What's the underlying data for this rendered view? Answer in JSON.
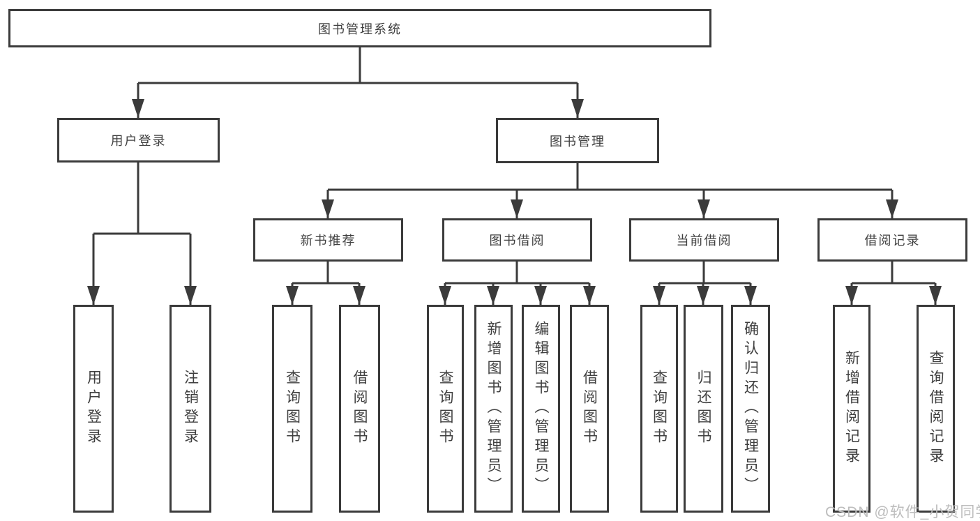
{
  "diagram": {
    "root": {
      "label": "图书管理系统",
      "children": [
        {
          "label": "用户登录",
          "children": [
            {
              "label": "用户登录"
            },
            {
              "label": "注销登录"
            }
          ]
        },
        {
          "label": "图书管理",
          "children": [
            {
              "label": "新书推荐",
              "children": [
                {
                  "label": "查询图书"
                },
                {
                  "label": "借阅图书"
                }
              ]
            },
            {
              "label": "图书借阅",
              "children": [
                {
                  "label": "查询图书"
                },
                {
                  "label": "新增图书（管理员）"
                },
                {
                  "label": "编辑图书（管理员）"
                },
                {
                  "label": "借阅图书"
                }
              ]
            },
            {
              "label": "当前借阅",
              "children": [
                {
                  "label": "查询图书"
                },
                {
                  "label": "归还图书"
                },
                {
                  "label": "确认归还（管理员）"
                }
              ]
            },
            {
              "label": "借阅记录",
              "children": [
                {
                  "label": "新增借阅记录"
                },
                {
                  "label": "查询借阅记录"
                }
              ]
            }
          ]
        }
      ]
    }
  },
  "watermark": "CSDN @软件_小贺同学",
  "colors": {
    "line": "#3b3b3b",
    "text": "#3f3f3f",
    "background": "#ffffff",
    "watermark": "#bdbdbd"
  }
}
